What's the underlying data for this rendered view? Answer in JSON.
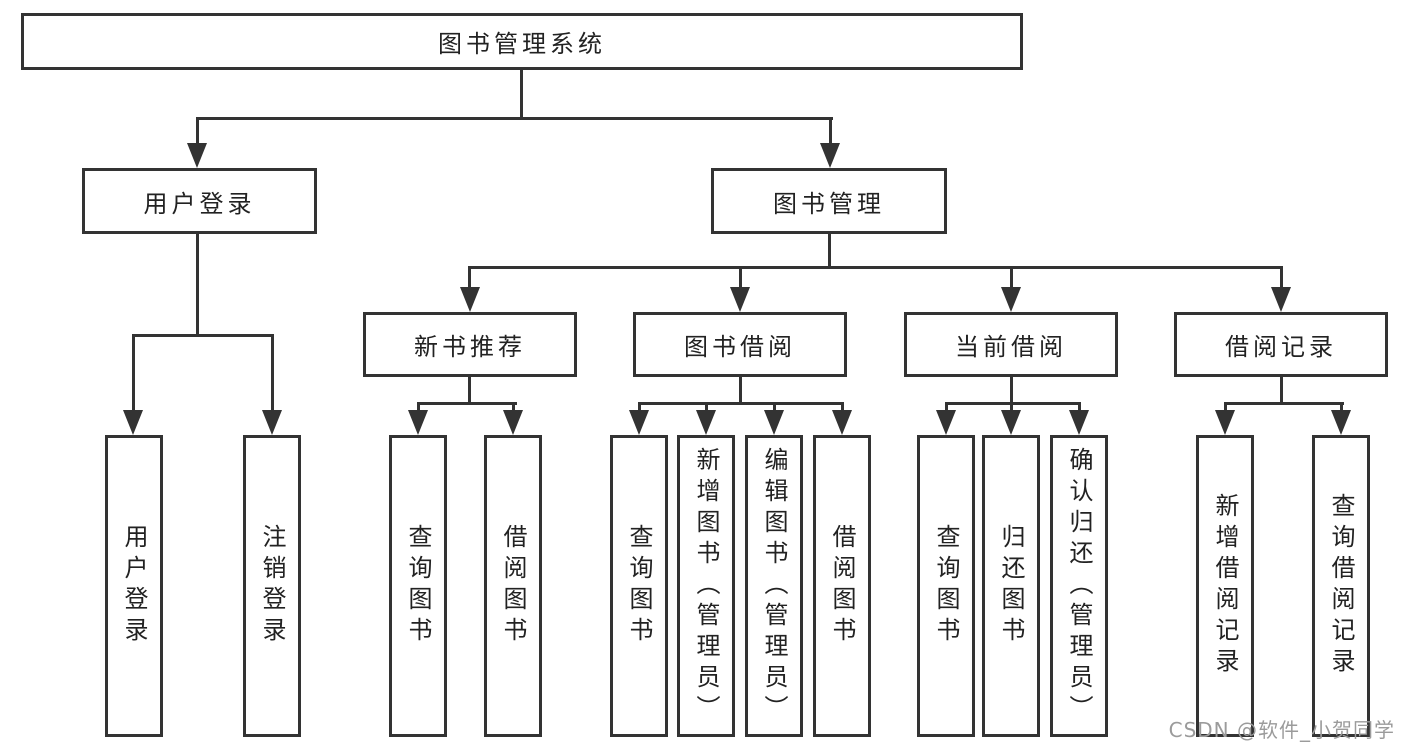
{
  "page": {
    "watermark": "CSDN @软件_小贺同学"
  },
  "colors": {
    "line": "#333333",
    "text": "#222222",
    "watermark": "#9b9b9b",
    "background": "#ffffff"
  },
  "tree": {
    "root": {
      "label": "图书管理系统"
    },
    "children": [
      {
        "label": "用户登录",
        "children": [
          {
            "label": "用户登录"
          },
          {
            "label": "注销登录"
          }
        ]
      },
      {
        "label": "图书管理",
        "children": [
          {
            "label": "新书推荐",
            "children": [
              {
                "label": "查询图书"
              },
              {
                "label": "借阅图书"
              }
            ]
          },
          {
            "label": "图书借阅",
            "children": [
              {
                "label": "查询图书"
              },
              {
                "label": "新增图书（管理员）"
              },
              {
                "label": "编辑图书（管理员）"
              },
              {
                "label": "借阅图书"
              }
            ]
          },
          {
            "label": "当前借阅",
            "children": [
              {
                "label": "查询图书"
              },
              {
                "label": "归还图书"
              },
              {
                "label": "确认归还（管理员）"
              }
            ]
          },
          {
            "label": "借阅记录",
            "children": [
              {
                "label": "新增借阅记录"
              },
              {
                "label": "查询借阅记录"
              }
            ]
          }
        ]
      }
    ]
  }
}
